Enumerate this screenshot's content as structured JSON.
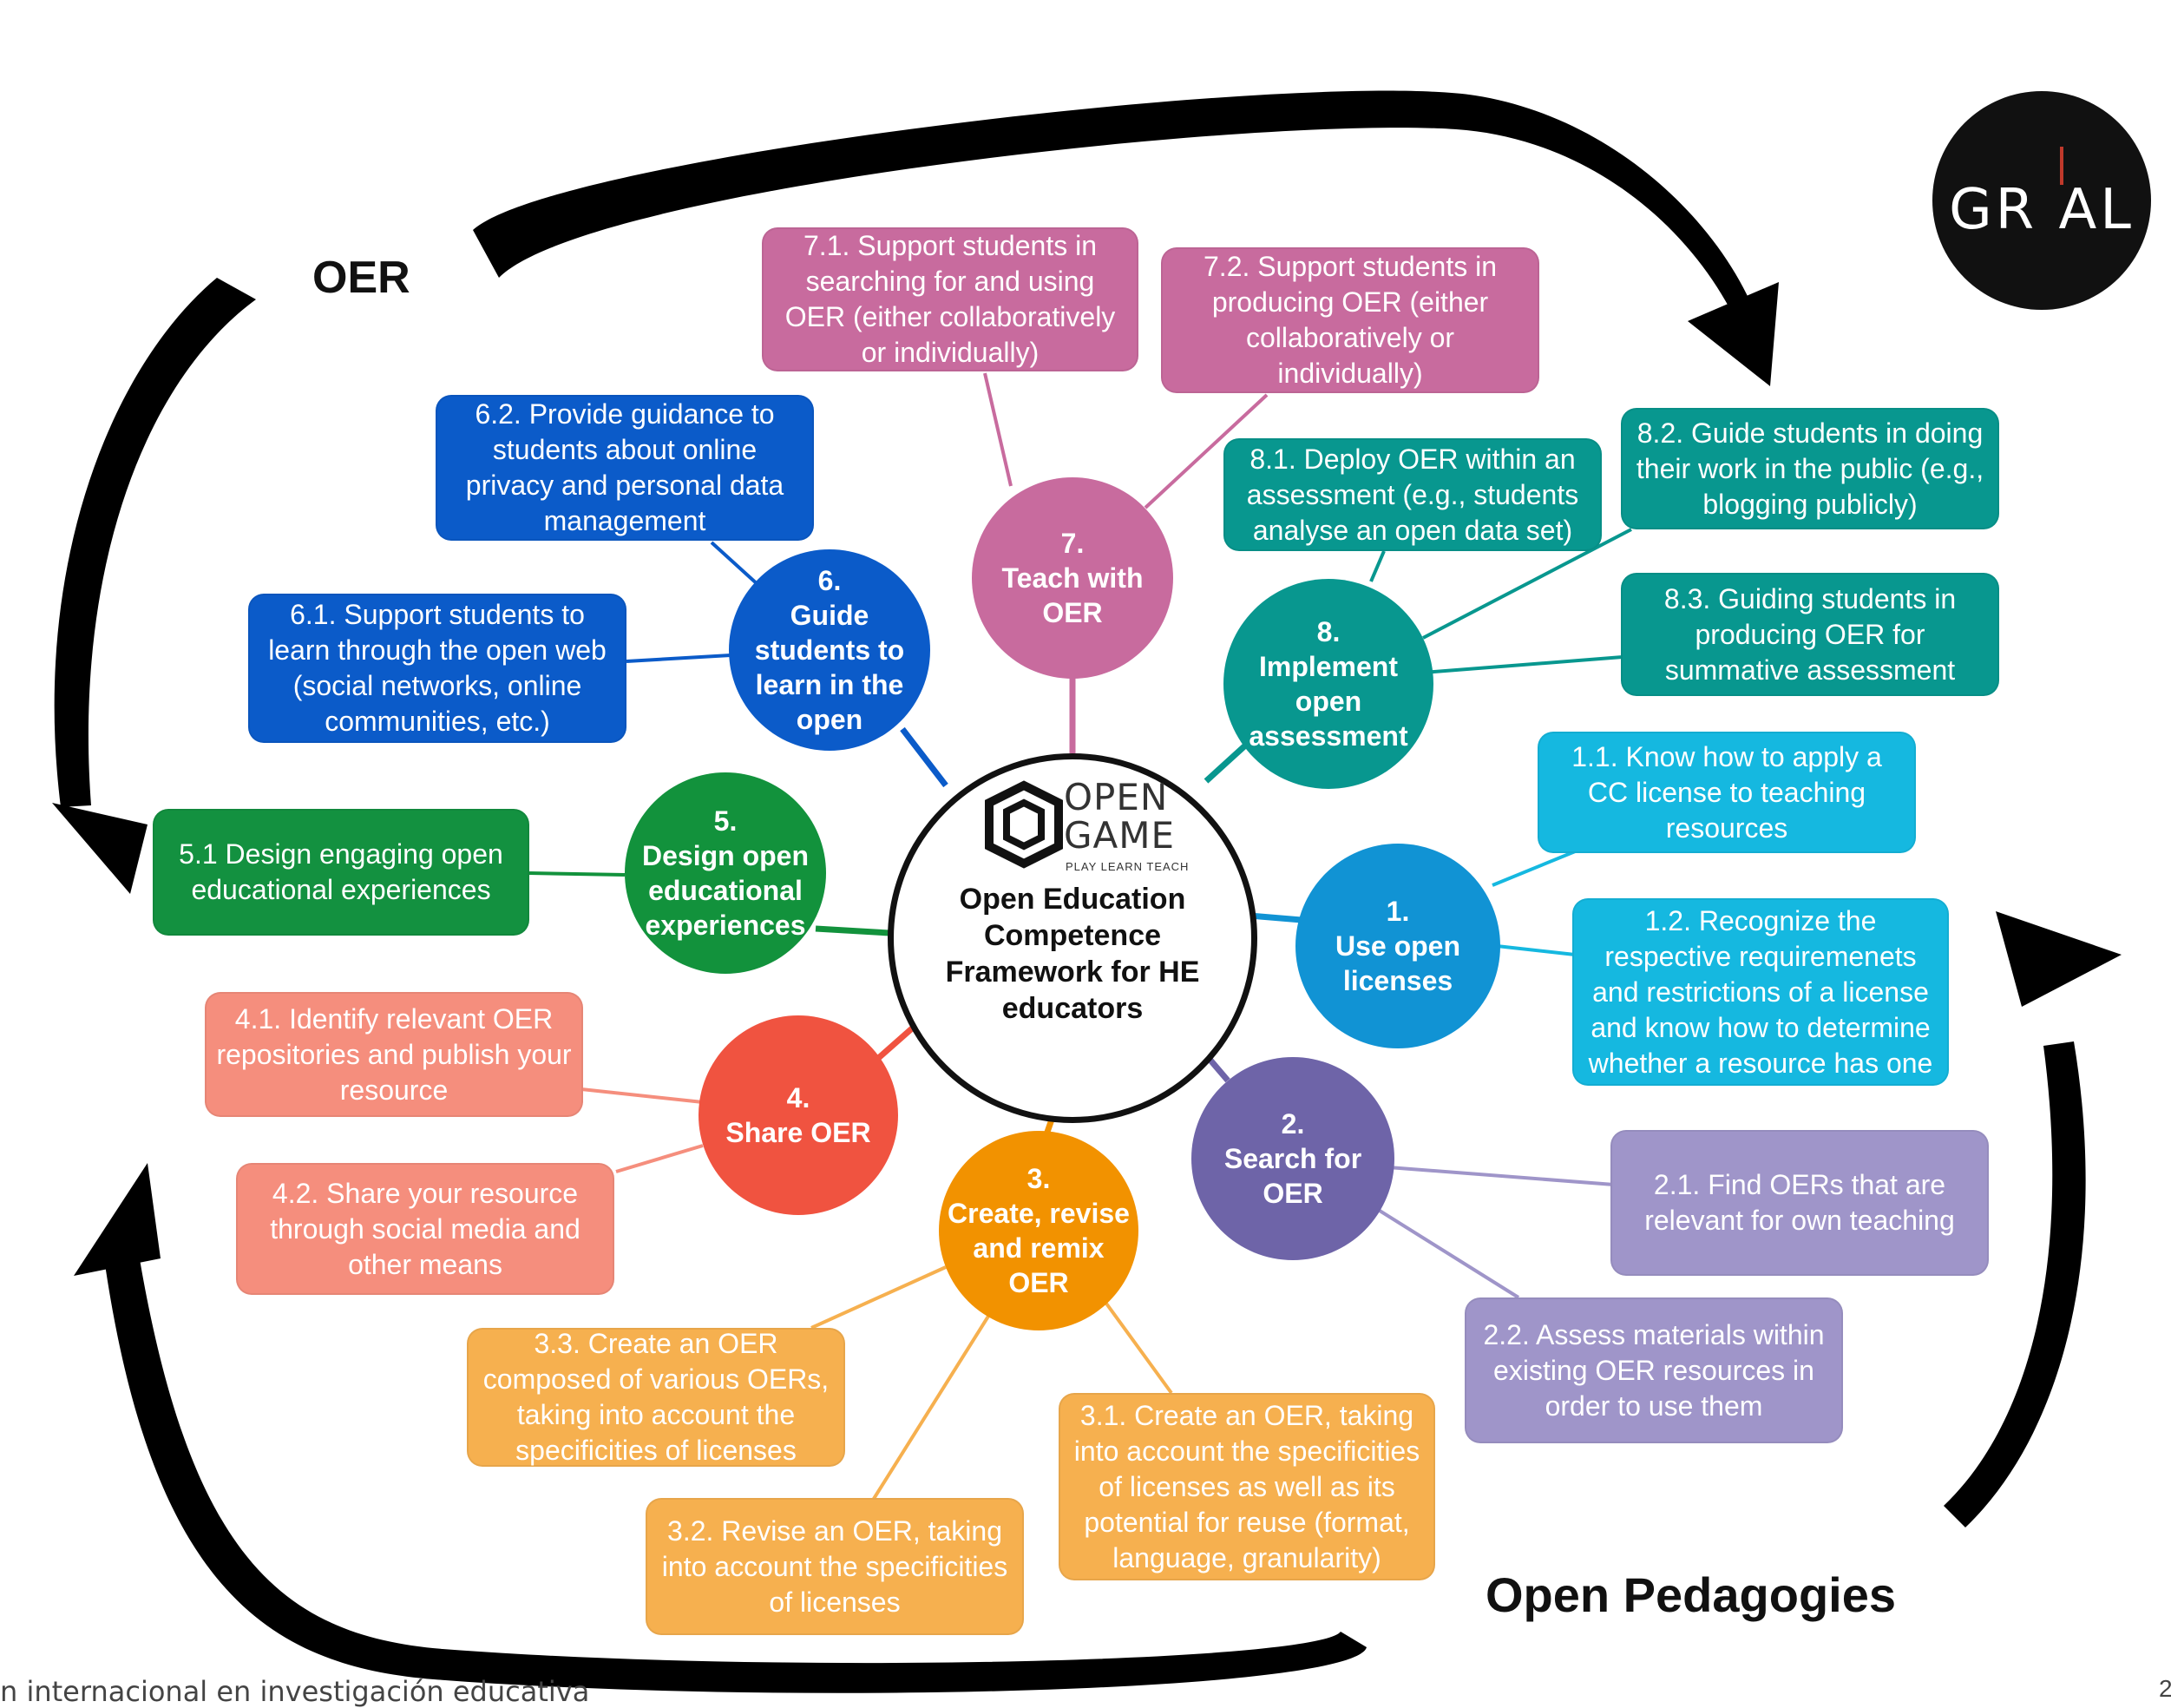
{
  "colors": {
    "c1": "#1193d4",
    "c1box": "#15b8e0",
    "c2": "#6e64a8",
    "c2box": "#9f95c9",
    "c3": "#f29200",
    "c3box": "#f6b04f",
    "c4": "#f05340",
    "c4box": "#f58e7d",
    "c5": "#12923c",
    "c5box": "#139140",
    "c6": "#0b5bc9",
    "c6box": "#0b5bc9",
    "c7": "#c86b9e",
    "c7box": "#c86b9e",
    "c8": "#08978f",
    "c8box": "#08978f"
  },
  "center": {
    "logo_text": "OPEN\nGAME",
    "logo_tagline": "PLAY LEARN TEACH",
    "title": "Open Education\nCompetence\nFramework for HE\neducators"
  },
  "circles": {
    "c1": "1.\nUse open\nlicenses",
    "c2": "2.\nSearch for\nOER",
    "c3": "3.\nCreate, revise\nand remix\nOER",
    "c4": "4.\nShare OER",
    "c5": "5.\nDesign open\neducational\nexperiences",
    "c6": "6.\nGuide\nstudents to\nlearn in the\nopen",
    "c7": "7.\nTeach with\nOER",
    "c8": "8.\nImplement\nopen\nassessment"
  },
  "boxes": {
    "b11": "1.1. Know how to apply a CC license to teaching resources",
    "b12": "1.2. Recognize the respective requiremenets and restrictions of a license and know how to determine whether a resource has one",
    "b21": "2.1. Find OERs that are relevant for own teaching",
    "b22": "2.2. Assess materials within existing OER resources in order to use them",
    "b31": "3.1. Create an OER, taking into account the specificities of licenses as well as its potential for reuse (format, language, granularity)",
    "b32": "3.2. Revise an OER, taking into account the specificities of licenses",
    "b33": "3.3. Create an OER composed of various OERs, taking into account the specificities of licenses",
    "b41": "4.1. Identify relevant OER repositories and publish your resource",
    "b42": "4.2. Share your resource through social media and other means",
    "b51": "5.1 Design engaging open educational experiences",
    "b61": "6.1. Support students to learn through the open web (social networks, online communities, etc.)",
    "b62": "6.2. Provide guidance to students about online privacy and personal data management",
    "b71": "7.1. Support students in searching for and using OER (either collaboratively or individually)",
    "b72": "7.2. Support students in producing OER (either collaboratively or individually)",
    "b81": "8.1. Deploy OER within an assessment (e.g., students analyse an open data set)",
    "b82": "8.2. Guide students in doing their work in the public (e.g., blogging publicly)",
    "b83": "8.3. Guiding students in producing OER for summative assessment"
  },
  "labels": {
    "oer": "OER",
    "open_pedagogies": "Open Pedagogies",
    "grial": "GR AL",
    "footer_left": "n internacional en investigación educativa",
    "footer_right": "2"
  }
}
